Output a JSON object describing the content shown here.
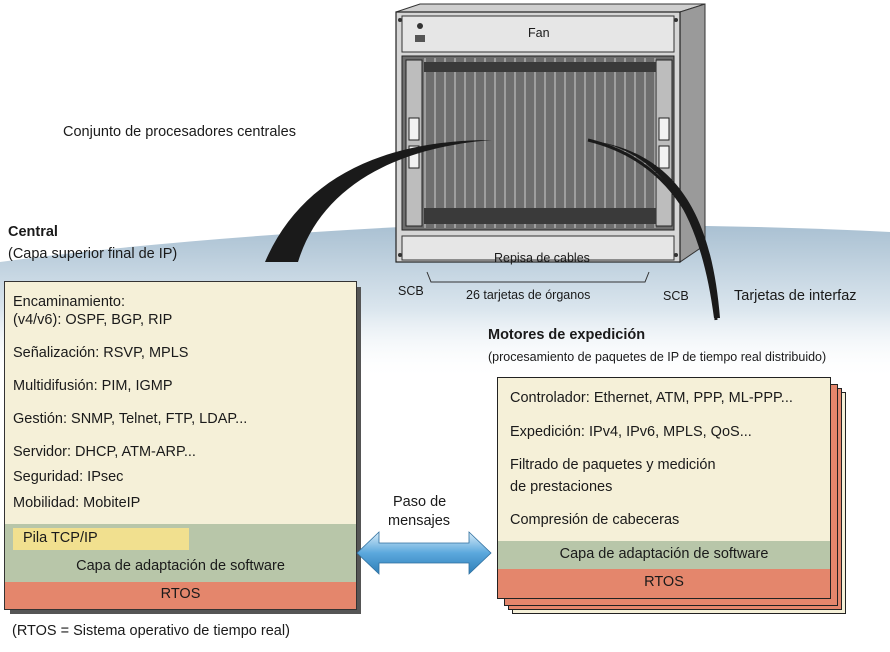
{
  "chassis": {
    "fan_label": "Fan",
    "cable_shelf_label": "Repisa de cables",
    "scb_left": "SCB",
    "cards_label": "26 tarjetas de órganos",
    "scb_right": "SCB",
    "interface_cards_label": "Tarjetas de interfaz"
  },
  "processor_set_label": "Conjunto de procesadores centrales",
  "central": {
    "title": "Central",
    "subtitle": "(Capa superior final de IP)",
    "items": [
      "Encaminamiento:",
      "(v4/v6): OSPF, BGP, RIP",
      "Señalización: RSVP, MPLS",
      "Multidifusión: PIM, IGMP",
      "Gestión: SNMP, Telnet, FTP, LDAP...",
      "Servidor: DHCP, ATM-ARP...",
      "Seguridad: IPsec",
      "Mobilidad: MobiteIP"
    ],
    "tcp_label": "Pila TCP/IP",
    "adaptation_label": "Capa de adaptación de software",
    "rtos_label": "RTOS"
  },
  "messages": {
    "line1": "Paso de",
    "line2": "mensajes"
  },
  "engines": {
    "title": "Motores de expedición",
    "subtitle": "(procesamiento de paquetes de IP de tiempo real distribuido)",
    "items": [
      "Controlador: Ethernet, ATM, PPP, ML-PPP...",
      "Expedición: IPv4, IPv6, MPLS, QoS...",
      "Filtrado de paquetes y medición",
      "de prestaciones",
      "Compresión de cabeceras"
    ],
    "adaptation_label": "Capa de adaptación de software",
    "rtos_label": "RTOS"
  },
  "footnote": "(RTOS = Sistema operativo de tiempo real)",
  "colors": {
    "panel": "#f5f0d8",
    "tcp": "#f1e08f",
    "adaptation": "#b8c6a9",
    "rtos": "#e4866c",
    "arrow": "#5ba8dd",
    "ground": "#b7cad8"
  }
}
